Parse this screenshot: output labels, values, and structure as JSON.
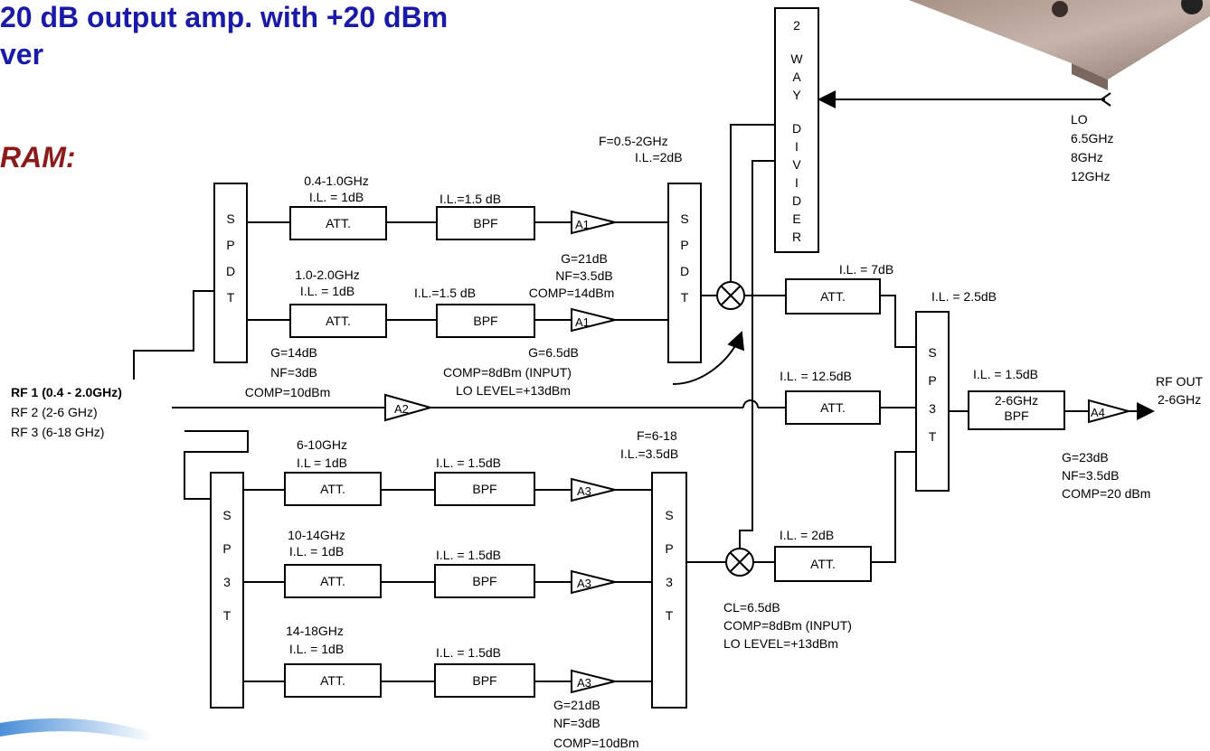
{
  "header": {
    "title_line1": "20 dB output  amp. with +20 dBm",
    "title_line2": "ver",
    "subtitle": "RAM:"
  },
  "colors": {
    "title": "#1a1aa8",
    "subtitle": "#8b1a1a",
    "photo": "#9b8a80",
    "lines": "#000000"
  },
  "inputs": {
    "rf1": "RF 1   (0.4 - 2.0GHz)",
    "rf2": "RF  2   (2-6 GHz)",
    "rf3": "RF  3   (6-18 GHz)"
  },
  "lo": {
    "label": "LO",
    "freqs": [
      "6.5GHz",
      "8GHz",
      "12GHz"
    ]
  },
  "divider": {
    "letters": [
      "2",
      "W",
      "A",
      "Y",
      "D",
      "I",
      "V",
      "I",
      "D",
      "E",
      "R"
    ]
  },
  "switches": {
    "spdt_letters": [
      "S",
      "P",
      "D",
      "T"
    ],
    "sp3t_letters": [
      "S",
      "P",
      "3",
      "T"
    ]
  },
  "blocks": {
    "att": "ATT.",
    "bpf": "BPF",
    "bpf_26": [
      "2-6GHz",
      "BPF"
    ]
  },
  "amps": {
    "a1": "A1",
    "a2": "A2",
    "a3": "A3",
    "a4": "A4"
  },
  "low_band": {
    "path1": [
      "0.4-1.0GHz",
      "I.L. = 1dB"
    ],
    "path1_bpf": "I.L.=1.5 dB",
    "path2": [
      "1.0-2.0GHz",
      "I.L. = 1dB"
    ],
    "path2_bpf": "I.L.=1.5 dB",
    "filter_spec": [
      "F=0.5-2GHz",
      "I.L.=2dB"
    ],
    "a1_spec": [
      "G=21dB",
      "NF=3.5dB",
      "COMP=14dBm"
    ],
    "a2_spec": [
      "G=14dB",
      "NF=3dB",
      "COMP=10dBm"
    ],
    "mixer_spec": [
      "G=6.5dB",
      "COMP=8dBm  (INPUT)",
      "LO LEVEL=+13dBm"
    ]
  },
  "high_band": {
    "path1": [
      "6-10GHz",
      "I.L = 1dB"
    ],
    "path1_bpf": "I.L. = 1.5dB",
    "path2": [
      "10-14GHz",
      "I.L. = 1dB"
    ],
    "path2_bpf": "I.L. = 1.5dB",
    "path3": [
      "14-18GHz",
      "I.L. = 1dB"
    ],
    "path3_bpf": "I.L. = 1.5dB",
    "filter_spec": [
      "F=6-18",
      "I.L.=3.5dB"
    ],
    "a3_spec": [
      "G=21dB",
      "NF=3dB",
      "COMP=10dBm"
    ],
    "mixer_spec": [
      "CL=6.5dB",
      "COMP=8dBm  (INPUT)",
      "LO LEVEL=+13dBm"
    ]
  },
  "output_stage": {
    "att_top": "I.L. = 7dB",
    "sp3t_il": "I.L. = 2.5dB",
    "att_mid": "I.L. = 12.5dB",
    "att_bot": "I.L. = 2dB",
    "bpf_il": "I.L. = 1.5dB",
    "rf_out": [
      "RF OUT",
      "2-6GHz"
    ],
    "a4_spec": [
      "G=23dB",
      "NF=3.5dB",
      "COMP=20 dBm"
    ]
  }
}
